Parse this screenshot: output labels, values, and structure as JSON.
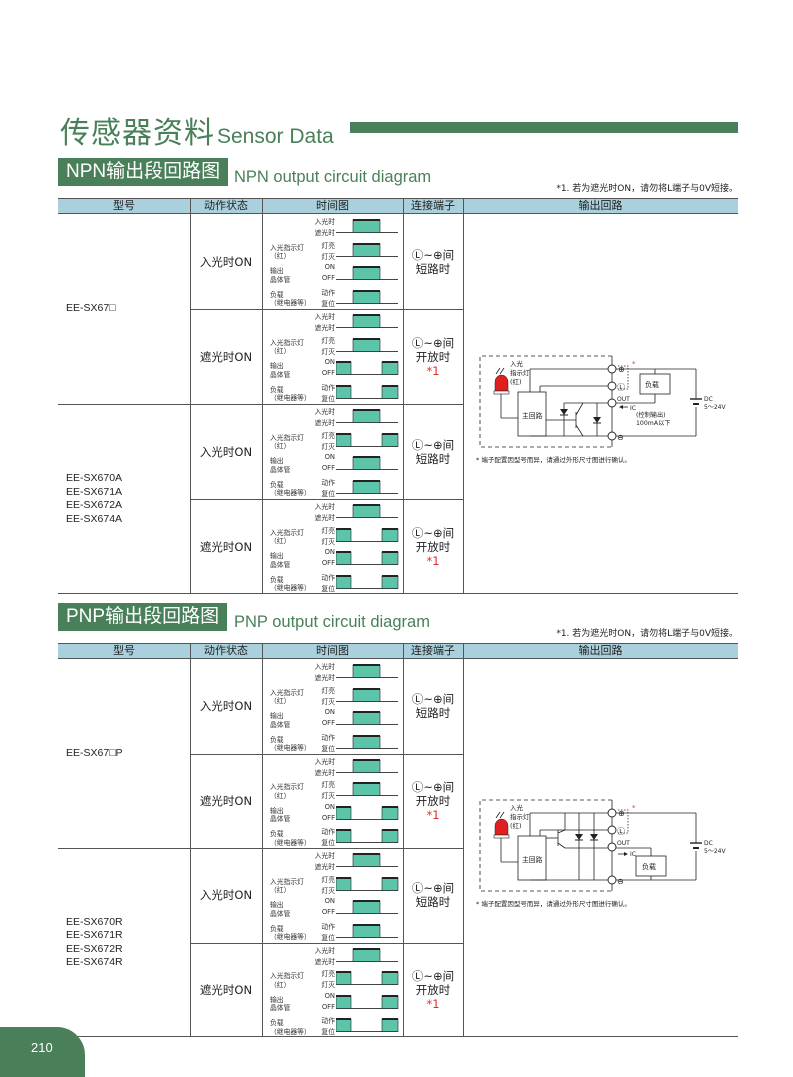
{
  "header": {
    "title_cn": "传感器资料",
    "title_en": "Sensor Data"
  },
  "colors": {
    "brand_green": "#4a8059",
    "header_blue": "#a9d0dc",
    "signal_fill": "#5cc4a8",
    "led_red": "#e02020",
    "asterisk_red": "#e0302c"
  },
  "columns": [
    "型号",
    "动作状态",
    "时间图",
    "连接端子",
    "输出回路"
  ],
  "timing_labels": [
    {
      "name": [
        "",
        ""
      ],
      "states": [
        "入光时",
        "遮光时"
      ]
    },
    {
      "name": [
        "入光指示灯",
        "（红）"
      ],
      "states": [
        "灯亮",
        "灯灭"
      ]
    },
    {
      "name": [
        "输出",
        "晶体管"
      ],
      "states": [
        "ON",
        "OFF"
      ]
    },
    {
      "name": [
        "负载",
        "（继电器等）"
      ],
      "states": [
        "动作",
        "复位"
      ]
    }
  ],
  "sections": [
    {
      "title_cn": "NPN输出段回路图",
      "title_en": "NPN output circuit diagram",
      "note": "*1. 若为遮光时ON，请勿将L端子与0V短接。",
      "groups": [
        {
          "models": [
            "EE-SX67□"
          ],
          "modes": [
            {
              "state": "入光时ON",
              "terminal": "Ⓛ~⊕间",
              "terminal_state": "短路时",
              "mark": "",
              "waves": [
                "mid",
                "mid",
                "mid",
                "mid"
              ]
            },
            {
              "state": "遮光时ON",
              "terminal": "Ⓛ~⊕间",
              "terminal_state": "开放时",
              "mark": "*1",
              "waves": [
                "mid",
                "mid",
                "edges",
                "edges"
              ]
            }
          ]
        },
        {
          "models": [
            "EE-SX670A",
            "EE-SX671A",
            "EE-SX672A",
            "EE-SX674A"
          ],
          "modes": [
            {
              "state": "入光时ON",
              "terminal": "Ⓛ~⊕间",
              "terminal_state": "短路时",
              "mark": "",
              "waves": [
                "mid",
                "edges",
                "mid",
                "mid"
              ]
            },
            {
              "state": "遮光时ON",
              "terminal": "Ⓛ~⊕间",
              "terminal_state": "开放时",
              "mark": "*1",
              "waves": [
                "mid",
                "edges",
                "edges",
                "edges"
              ]
            }
          ]
        }
      ],
      "circuit": {
        "type": "npn",
        "led": [
          "入光",
          "指示灯",
          "(红)"
        ],
        "main": "主回路",
        "load": "负载",
        "out": "OUT",
        "ic": "IC",
        "ctrl": [
          "(控制输出)",
          "100mA以下"
        ],
        "dc": [
          "DC",
          "5～24V"
        ],
        "plus": "⊕",
        "minus": "⊖",
        "l": "Ⓛ",
        "star": "*",
        "note": "* 端子配置因型号而异，请通过外形尺寸图进行确认。"
      }
    },
    {
      "title_cn": "PNP输出段回路图",
      "title_en": "PNP output circuit diagram",
      "note": "*1. 若为遮光时ON，请勿将L端子与0V短接。",
      "groups": [
        {
          "models": [
            "EE-SX67□P"
          ],
          "modes": [
            {
              "state": "入光时ON",
              "terminal": "Ⓛ~⊕间",
              "terminal_state": "短路时",
              "mark": "",
              "waves": [
                "mid",
                "mid",
                "mid",
                "mid"
              ]
            },
            {
              "state": "遮光时ON",
              "terminal": "Ⓛ~⊕间",
              "terminal_state": "开放时",
              "mark": "*1",
              "waves": [
                "mid",
                "mid",
                "edges",
                "edges"
              ]
            }
          ]
        },
        {
          "models": [
            "EE-SX670R",
            "EE-SX671R",
            "EE-SX672R",
            "EE-SX674R"
          ],
          "modes": [
            {
              "state": "入光时ON",
              "terminal": "Ⓛ~⊕间",
              "terminal_state": "短路时",
              "mark": "",
              "waves": [
                "mid",
                "edges",
                "mid",
                "mid"
              ]
            },
            {
              "state": "遮光时ON",
              "terminal": "Ⓛ~⊕间",
              "terminal_state": "开放时",
              "mark": "*1",
              "waves": [
                "mid",
                "edges",
                "edges",
                "edges"
              ]
            }
          ]
        }
      ],
      "circuit": {
        "type": "pnp",
        "led": [
          "入光",
          "指示灯",
          "(红)"
        ],
        "main": "主回路",
        "load": "负载",
        "out": "OUT",
        "ic": "IC",
        "dc": [
          "DC",
          "5～24V"
        ],
        "plus": "⊕",
        "minus": "⊖",
        "l": "Ⓛ",
        "star": "*",
        "note": "* 端子配置因型号而异，请通过外形尺寸图进行确认。"
      }
    }
  ],
  "footer": {
    "page_number": "210"
  }
}
